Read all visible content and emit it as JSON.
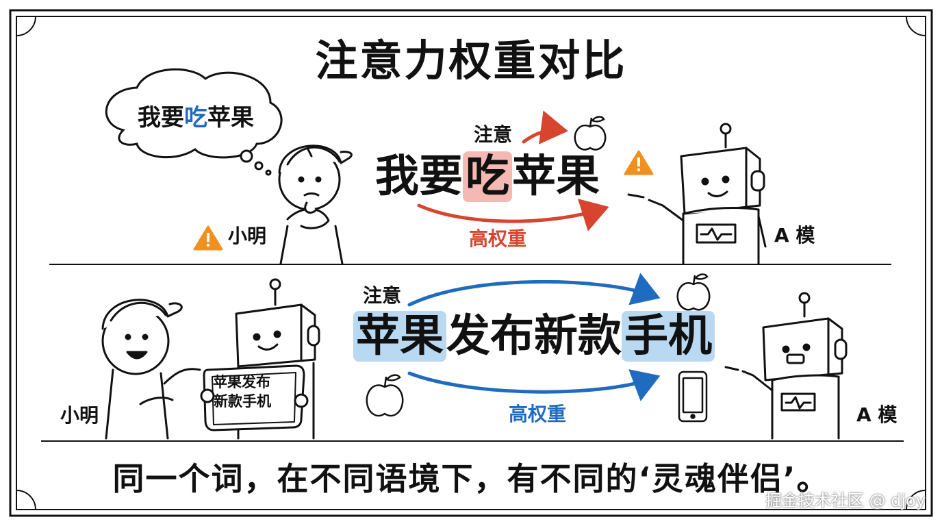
{
  "title": "注意力权重对比",
  "top_scene": {
    "thought_prefix": "我要",
    "thought_highlight": "吃",
    "thought_suffix": "苹果",
    "sentence_prefix": "我要",
    "sentence_highlight": "吃",
    "sentence_suffix": "苹果",
    "attention_label": "注意",
    "weight_label": "高权重",
    "person_label": "小明",
    "robot_label": "A 模"
  },
  "bottom_scene": {
    "sentence_part1": "苹果",
    "sentence_part2": "发布新款",
    "sentence_part3": "手机",
    "attention_label": "注意",
    "weight_label": "高权重",
    "person_label": "小明",
    "robot_label": "A 模",
    "sign_line1": "苹果发布",
    "sign_line2": "新款手机"
  },
  "bottom_caption": "同一个词，在不同语境下，有不同的‘灵魂伴侣’。",
  "watermark": "掘金技术社区 @ djoy",
  "colors": {
    "red_accent": "#d8452e",
    "red_highlight": "#f4b9b3",
    "blue_accent": "#1e6bbf",
    "blue_highlight": "#b9d9f2",
    "warning": "#f0901f"
  },
  "icons": [
    "apple-icon",
    "phone-icon",
    "warning-icon",
    "thought-bubble"
  ]
}
